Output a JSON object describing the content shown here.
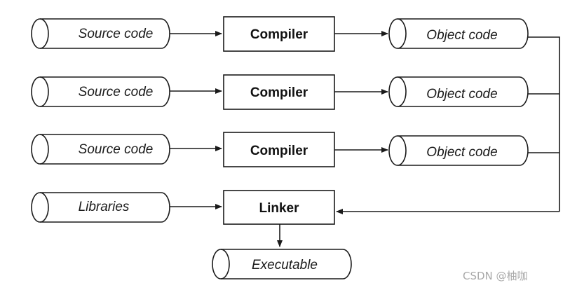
{
  "inputs": [
    {
      "label": "Source code"
    },
    {
      "label": "Source code"
    },
    {
      "label": "Source code"
    },
    {
      "label": "Libraries"
    }
  ],
  "processors": [
    {
      "label": "Compiler"
    },
    {
      "label": "Compiler"
    },
    {
      "label": "Compiler"
    },
    {
      "label": "Linker"
    }
  ],
  "outputs": [
    {
      "label": "Object code"
    },
    {
      "label": "Object code"
    },
    {
      "label": "Object code"
    }
  ],
  "result": {
    "label": "Executable"
  },
  "watermark": "CSDN @柚咖"
}
